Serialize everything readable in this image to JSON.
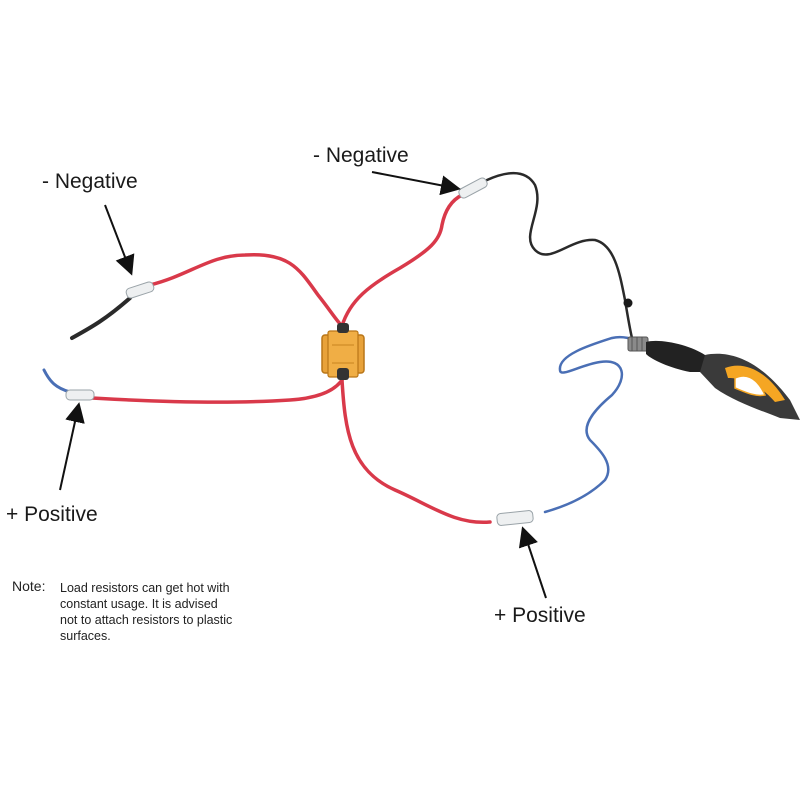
{
  "labels": {
    "neg_left": "- Negative",
    "neg_top": "- Negative",
    "pos_left": "+ Positive",
    "pos_bottom": "+ Positive"
  },
  "note": {
    "title": "Note:",
    "line1": "Load resistors can get hot with",
    "line2": "constant usage. It is advised",
    "line3": "not to attach resistors to plastic",
    "line4": "surfaces."
  },
  "colors": {
    "red_wire": "#d9394a",
    "black_wire": "#2a2a2a",
    "blue_wire": "#4a6fb5",
    "resistor": "#e8a23a",
    "led": "#f5a623"
  }
}
